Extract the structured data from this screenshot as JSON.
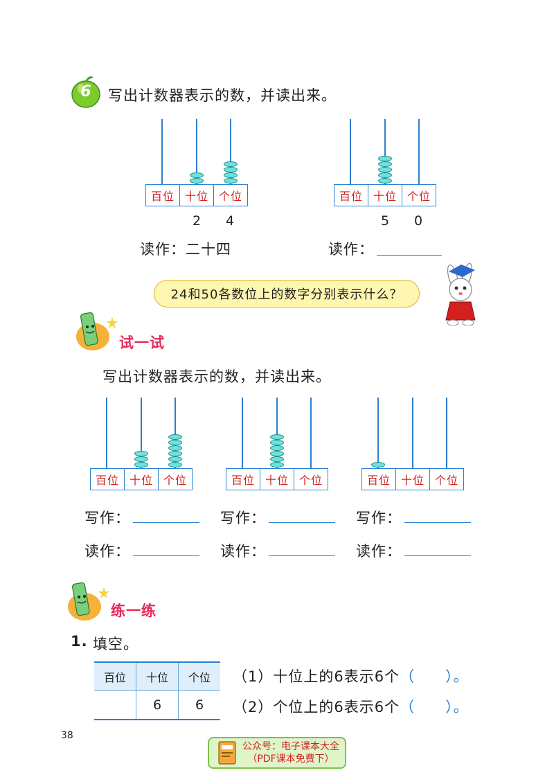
{
  "problem6": {
    "number": "6",
    "instruction": "写出计数器表示的数，并读出来。",
    "place_labels": [
      "百位",
      "十位",
      "个位"
    ],
    "abacus1": {
      "beads": [
        0,
        2,
        4
      ],
      "digits": [
        "2",
        "4"
      ],
      "read_label": "读作：二十四"
    },
    "abacus2": {
      "beads": [
        0,
        5,
        0
      ],
      "digits": [
        "5",
        "0"
      ],
      "read_label": "读作："
    },
    "question": "24和50各数位上的数字分别表示什么？"
  },
  "try_section": {
    "title": "试一试",
    "instruction": "写出计数器表示的数，并读出来。",
    "abaci": [
      {
        "beads": [
          0,
          3,
          6
        ]
      },
      {
        "beads": [
          0,
          6,
          0
        ]
      },
      {
        "beads": [
          1,
          0,
          0
        ]
      }
    ],
    "write_label": "写作：",
    "read_label": "读作："
  },
  "practice_section": {
    "title": "练一练",
    "q1_number": "1.",
    "q1_text": "填空。",
    "table_headers": [
      "百位",
      "十位",
      "个位"
    ],
    "table_values": [
      "",
      "6",
      "6"
    ],
    "line1": "（1）十位上的6表示6个",
    "line2": "（2）个位上的6表示6个",
    "paren_open": "（",
    "paren_close": "）。"
  },
  "page_number": "38",
  "footer": {
    "line1": "公众号：电子课本大全",
    "line2": "（PDF课本免费下）"
  }
}
